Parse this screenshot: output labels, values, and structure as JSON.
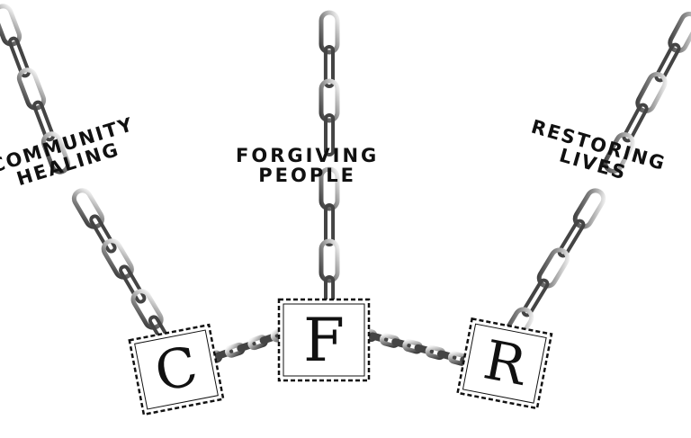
{
  "labels": {
    "left": [
      "COMMUNITY",
      "HEALING"
    ],
    "middle": [
      "FORGIVING",
      "PEOPLE"
    ],
    "right": [
      "RESTORING",
      "LIVES"
    ]
  },
  "locks": [
    "C",
    "F",
    "R"
  ],
  "colors": {
    "ink": "#111111",
    "steel": "#9a9a9a",
    "background": "#ffffff"
  }
}
